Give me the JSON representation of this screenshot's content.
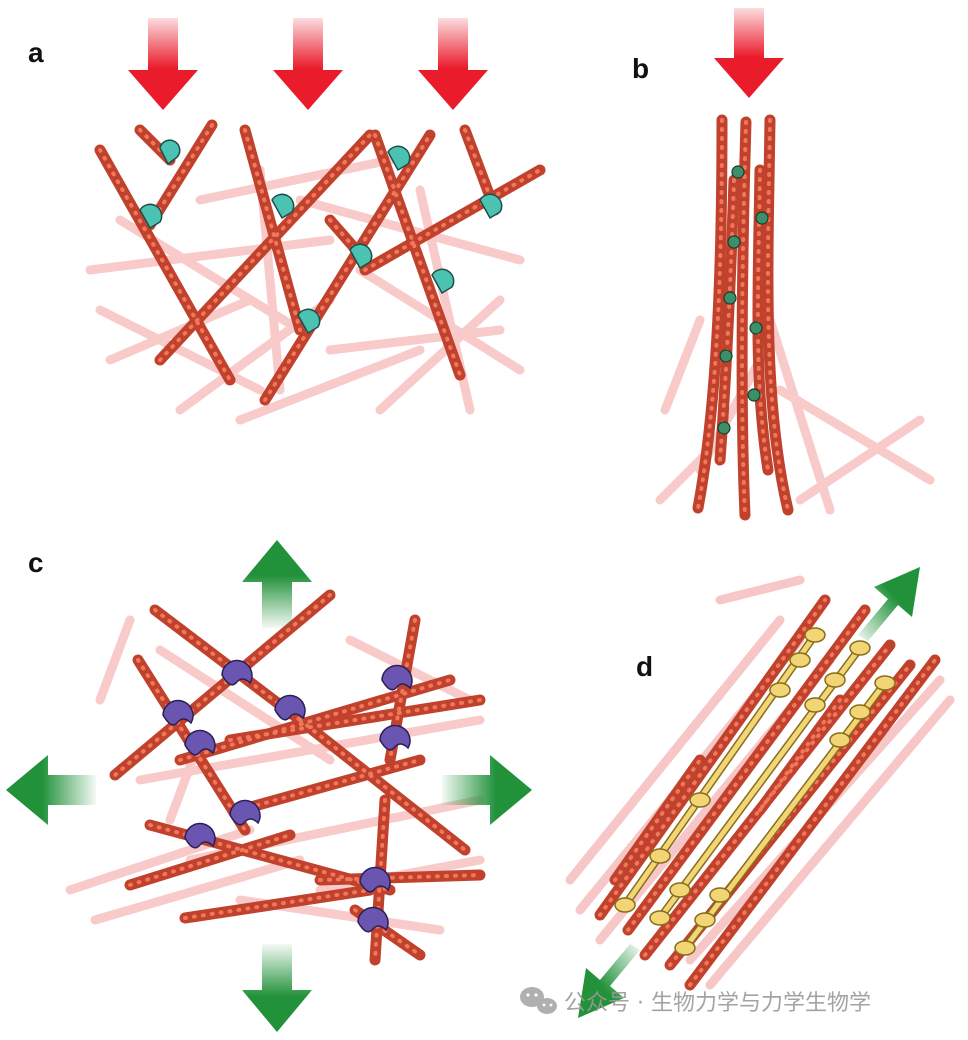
{
  "panels": [
    {
      "id": "a",
      "label": "a"
    },
    {
      "id": "b",
      "label": "b"
    },
    {
      "id": "c",
      "label": "c"
    },
    {
      "id": "d",
      "label": "d"
    }
  ],
  "watermark": {
    "text": "公众号 · 生物力学与力学生物学",
    "icon": "wechat-icon"
  },
  "colors": {
    "filament": "#e4533a",
    "filament_outline": "#5a1a10",
    "faded_filament": "#f6b9b9",
    "compression_arrow": "#ea1b2b",
    "tension_arrow": "#21913a",
    "crosslinker_a": "#4cc2b3",
    "crosslinker_b": "#3d8f6a",
    "motor": "#6a55b0",
    "myosin": "#f2d675"
  }
}
